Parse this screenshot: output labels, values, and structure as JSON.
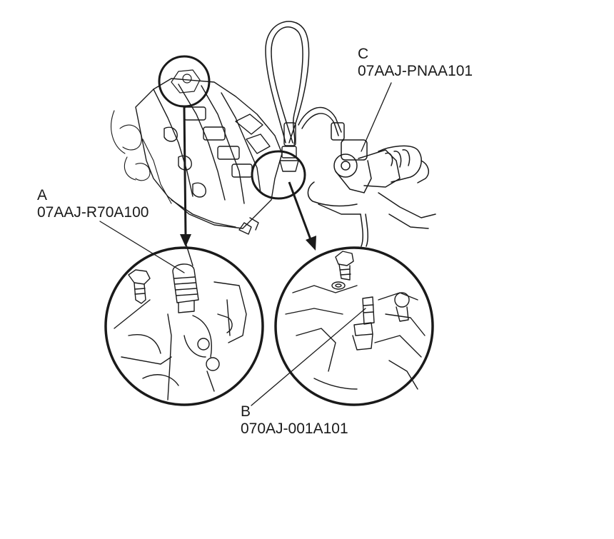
{
  "callouts": {
    "a": {
      "letter": "A",
      "part_number": "07AAJ-R70A100"
    },
    "b": {
      "letter": "B",
      "part_number": "070AJ-001A101"
    },
    "c": {
      "letter": "C",
      "part_number": "07AAJ-PNAA101"
    }
  },
  "colors": {
    "ink": "#1a1a1a",
    "background": "#ffffff"
  }
}
